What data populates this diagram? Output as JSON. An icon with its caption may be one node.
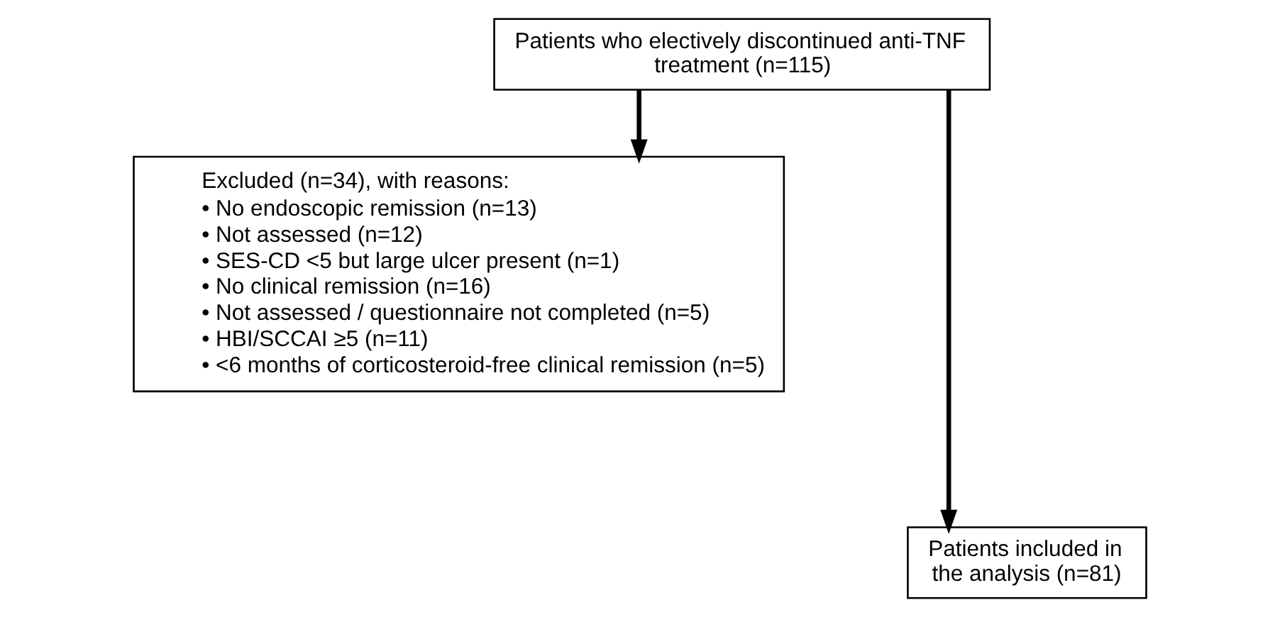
{
  "diagram": {
    "nodes": [
      {
        "text": [
          "Patients who electively discontinued anti-TNF treatment (n=115)"
        ]
      },
      {
        "text": [
          "Excluded (n=34), with reasons:",
          "• No endoscopic remission (n=13)",
          "• Not assessed (n=12)",
          "• SES-CD <5 but large ulcer present (n=1)",
          "• No clinical remission (n=16)",
          "• Not assessed / questionnaire not completed (n=5)",
          "• HBI/SCCAI ≥5 (n=11)",
          "• <6 months of corticosteroid-free clinical remission (n=5)"
        ]
      },
      {
        "text": [
          "Patients included in the analysis (n=81)"
        ]
      }
    ],
    "edges": [
      {
        "from": 0,
        "to": 1,
        "arrow": "to"
      },
      {
        "from": 0,
        "to": 2,
        "arrow": "to"
      }
    ]
  }
}
